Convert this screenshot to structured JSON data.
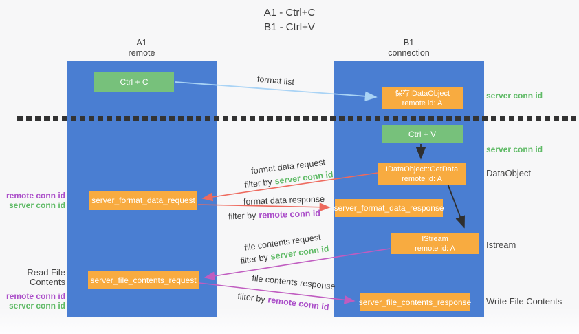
{
  "title": {
    "line1": "A1 - Ctrl+C",
    "line2": "B1 - Ctrl+V"
  },
  "lanes": {
    "a": {
      "name": "A1",
      "role": "remote"
    },
    "b": {
      "name": "B1",
      "role": "connection"
    }
  },
  "boxes": {
    "ctrl_c": {
      "label": "Ctrl + C"
    },
    "save_dataobject": {
      "line1": "保存IDataObject",
      "line2": "remote id: A"
    },
    "ctrl_v": {
      "label": "Ctrl + V"
    },
    "getdata": {
      "line1": "IDataObject::GetData",
      "line2": "remote id: A"
    },
    "format_request": {
      "label": "server_format_data_request"
    },
    "format_response": {
      "label": "server_format_data_response"
    },
    "istream": {
      "line1": "IStream",
      "line2": "remote id: A"
    },
    "file_request": {
      "label": "server_file_contents_request"
    },
    "file_response": {
      "label": "server_file_contents_response"
    }
  },
  "right_labels": {
    "server_conn_id_top": "server conn id",
    "server_conn_id_mid": "server conn id",
    "dataobject": "DataObject",
    "istream": "Istream",
    "write_file_contents": "Write File Contents"
  },
  "left_labels": {
    "remote_conn_id_1": "remote conn id",
    "server_conn_id_1": "server conn id",
    "read_file_contents": "Read File Contents",
    "remote_conn_id_2": "remote conn id",
    "server_conn_id_2": "server conn id"
  },
  "arrows": {
    "format_list": {
      "label": "format list"
    },
    "format_data_request": {
      "label": "format data request",
      "filter_prefix": "filter by",
      "filter_key": "server conn id"
    },
    "format_data_response": {
      "label": "format data response",
      "filter_prefix": "filter by",
      "filter_key": "remote conn id"
    },
    "file_contents_request": {
      "label": "file contents request",
      "filter_prefix": "filter by",
      "filter_key": "server conn id"
    },
    "file_contents_response": {
      "label": "file contents response",
      "filter_prefix": "filter by",
      "filter_key": "remote conn id"
    }
  },
  "colors": {
    "lane_blue": "#4a7ed2",
    "box_orange": "#f8ab40",
    "box_green": "#77c17b",
    "arrow_red": "#ee6a5e",
    "arrow_magenta": "#c05cc0",
    "arrow_lightblue": "#a9d3f5",
    "arrow_black": "#2f2f2f",
    "text_green": "#5fba66",
    "text_purple": "#ab4ec9",
    "text_dark": "#3c3c3c"
  }
}
